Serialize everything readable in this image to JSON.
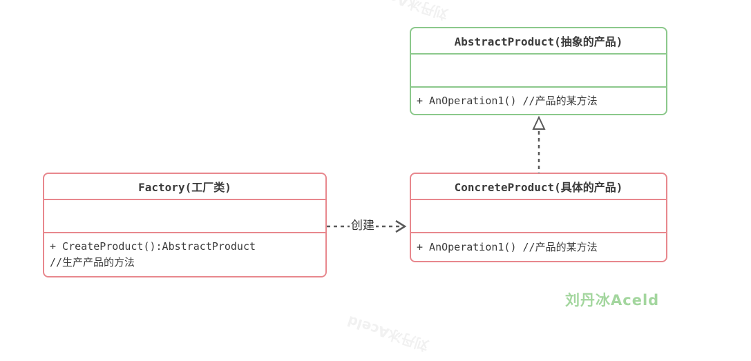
{
  "diagram": {
    "classes": [
      {
        "id": "abstract-product",
        "title": "AbstractProduct(抽象的产品)",
        "attributes": "",
        "methods": [
          "+ AnOperation1() //产品的某方法"
        ],
        "border_color": "#8bc88b"
      },
      {
        "id": "factory",
        "title": "Factory(工厂类)",
        "attributes": "",
        "methods": [
          "+ CreateProduct():AbstractProduct",
          "//生产产品的方法"
        ],
        "border_color": "#e8878d"
      },
      {
        "id": "concrete-product",
        "title": "ConcreteProduct(具体的产品)",
        "attributes": "",
        "methods": [
          "+ AnOperation1() //产品的某方法"
        ],
        "border_color": "#e8878d"
      }
    ],
    "relations": [
      {
        "type": "dependency",
        "from": "factory",
        "to": "concrete-product",
        "label": "创建",
        "style": "dashed-open-arrow"
      },
      {
        "type": "realization",
        "from": "concrete-product",
        "to": "abstract-product",
        "label": "",
        "style": "dashed-hollow-triangle"
      }
    ],
    "watermark": "刘丹冰Aceld",
    "faint_watermark": "刘丹冰Aceld",
    "colors": {
      "green_border": "#8bc88b",
      "red_border": "#e8878d",
      "arrow_gray": "#595959",
      "text": "#3b3b3b",
      "watermark_green": "#a3d69e"
    }
  }
}
